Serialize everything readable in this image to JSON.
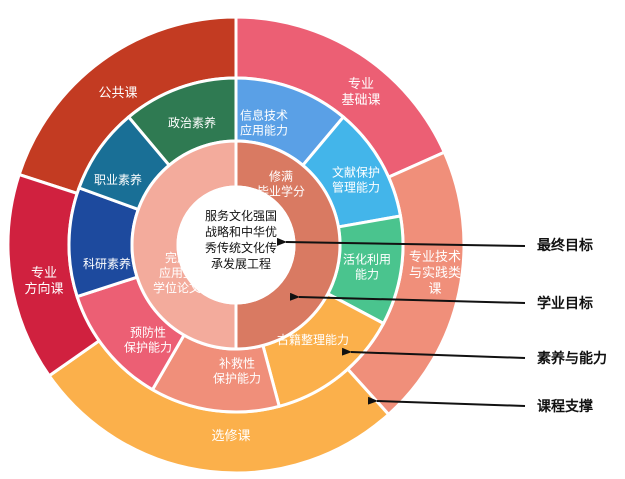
{
  "center": {
    "lines": [
      "服务文化强国",
      "战略和中华优",
      "秀传统文化传",
      "承发展工程"
    ]
  },
  "outer": [
    {
      "id": "public",
      "lines": [
        "公共课"
      ],
      "color": "#c33b22"
    },
    {
      "id": "basic",
      "lines": [
        "专业",
        "基础课"
      ],
      "color": "#ec5f74"
    },
    {
      "id": "practice",
      "lines": [
        "专业技术",
        "与实践类",
        "课"
      ],
      "color": "#f08f7a"
    },
    {
      "id": "elective",
      "lines": [
        "选修课"
      ],
      "color": "#fbb04b"
    },
    {
      "id": "direction",
      "lines": [
        "专业",
        "方向课"
      ],
      "color": "#d0213f"
    }
  ],
  "middle": [
    {
      "id": "politics",
      "lines": [
        "政治素养"
      ],
      "color": "#2f7a52"
    },
    {
      "id": "infotech",
      "lines": [
        "信息技术",
        "应用能力"
      ],
      "color": "#5aa0e6"
    },
    {
      "id": "protect",
      "lines": [
        "文献保护",
        "管理能力"
      ],
      "color": "#43b5ea"
    },
    {
      "id": "utilize",
      "lines": [
        "活化利用",
        "能力"
      ],
      "color": "#4ac48e"
    },
    {
      "id": "ancient",
      "lines": [
        "古籍整理能力"
      ],
      "color": "#fbb04b"
    },
    {
      "id": "remedial",
      "lines": [
        "补救性",
        "保护能力"
      ],
      "color": "#f08f7a"
    },
    {
      "id": "preventive",
      "lines": [
        "预防性",
        "保护能力"
      ],
      "color": "#ec5f74"
    },
    {
      "id": "research",
      "lines": [
        "科研素养"
      ],
      "color": "#1d4a9e"
    },
    {
      "id": "career",
      "lines": [
        "职业素养"
      ],
      "color": "#196f96"
    }
  ],
  "inner": [
    {
      "id": "credits",
      "lines": [
        "修满",
        "毕业学分"
      ],
      "color": "#d97a62"
    },
    {
      "id": "thesis",
      "lines": [
        "完成",
        "应用型",
        "学位论文"
      ],
      "color": "#f3ab9c"
    }
  ],
  "annotations": [
    {
      "id": "final",
      "label": "最终目标"
    },
    {
      "id": "academic",
      "label": "学业目标"
    },
    {
      "id": "literacy",
      "label": "素养与能力"
    },
    {
      "id": "support",
      "label": "课程支撑"
    }
  ]
}
